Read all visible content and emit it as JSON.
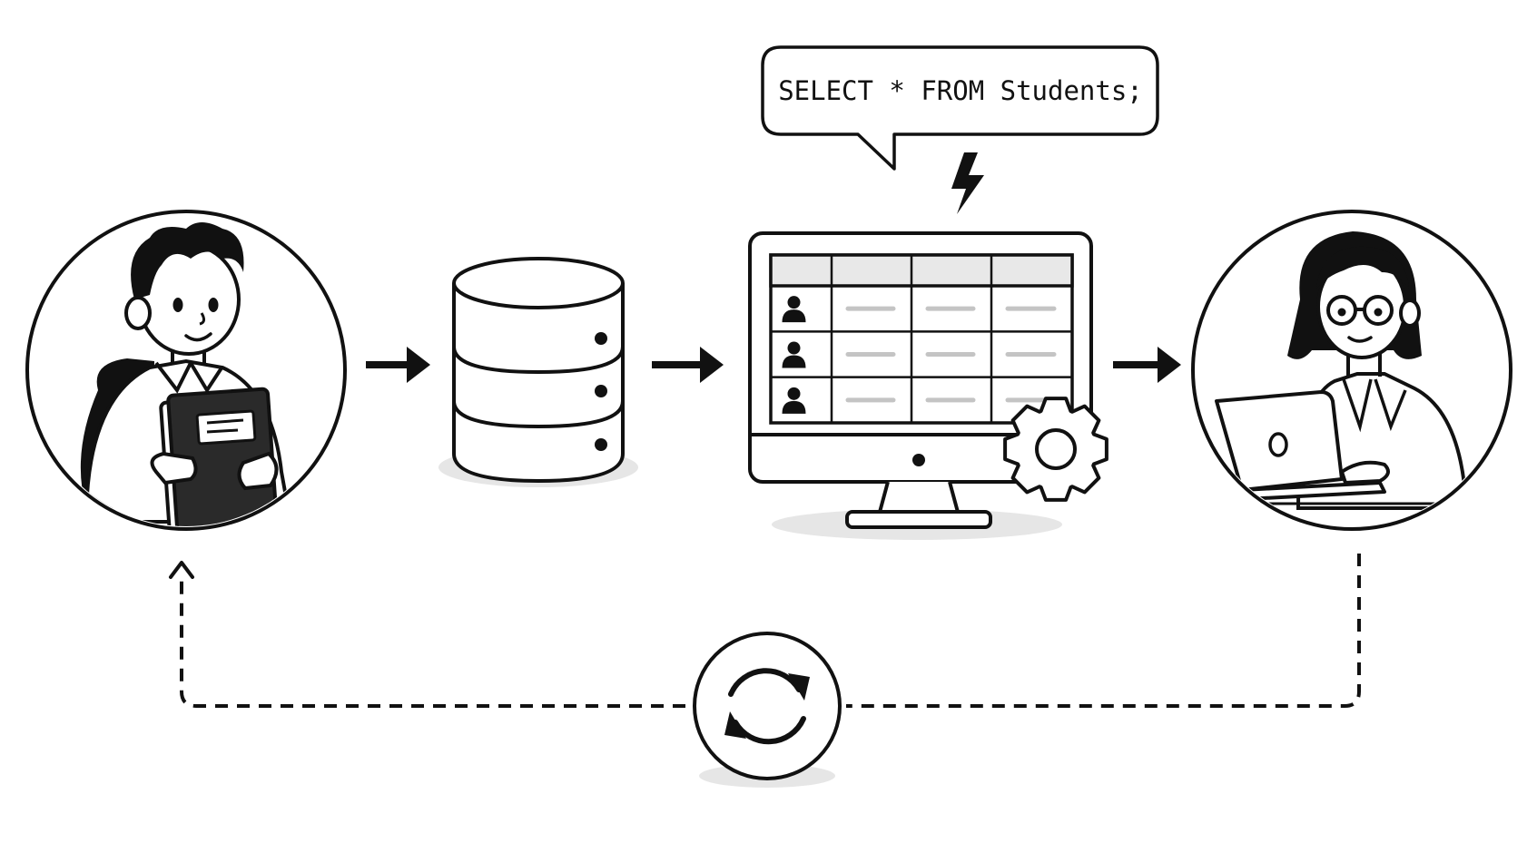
{
  "query": {
    "text": "SELECT * FROM Students;"
  },
  "nodes": [
    {
      "id": "student",
      "icon": "student-icon"
    },
    {
      "id": "database",
      "icon": "database-icon"
    },
    {
      "id": "computer",
      "icon": "monitor-icon"
    },
    {
      "id": "teacher",
      "icon": "teacher-icon"
    }
  ],
  "flow": {
    "forward_arrows": 3,
    "feedback": {
      "style": "dashed",
      "icon": "refresh-icon"
    }
  },
  "table": {
    "columns": 4,
    "data_rows": 3,
    "row_icon": "person-icon"
  },
  "colors": {
    "stroke": "#111111",
    "shadow": "#e6e6e6",
    "cell_line": "#c4c4c4",
    "header_fill": "#e8e8e8"
  }
}
